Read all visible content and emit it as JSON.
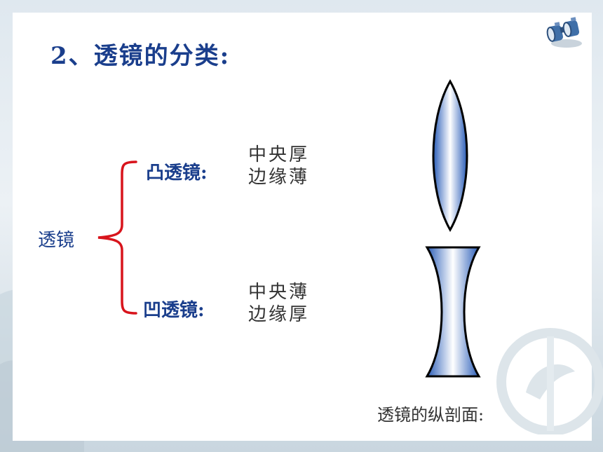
{
  "slide": {
    "title": "2、透镜的分类:",
    "tree": {
      "root": "透镜",
      "convex": {
        "label": "凸透镜:",
        "line1": "中央厚",
        "line2": "边缘薄"
      },
      "concave": {
        "label": "凹透镜:",
        "line1": "中央薄",
        "line2": "边缘厚"
      }
    },
    "caption": "透镜的纵剖面:"
  },
  "colors": {
    "title": "#1a3e8c",
    "brace": "#d8141c",
    "lens_dark": "#2a5db8",
    "lens_light": "#ffffff",
    "outline": "#000000"
  },
  "icons": {
    "top_right": "binoculars-icon",
    "background": "hands-leaf-watermark-icon"
  }
}
